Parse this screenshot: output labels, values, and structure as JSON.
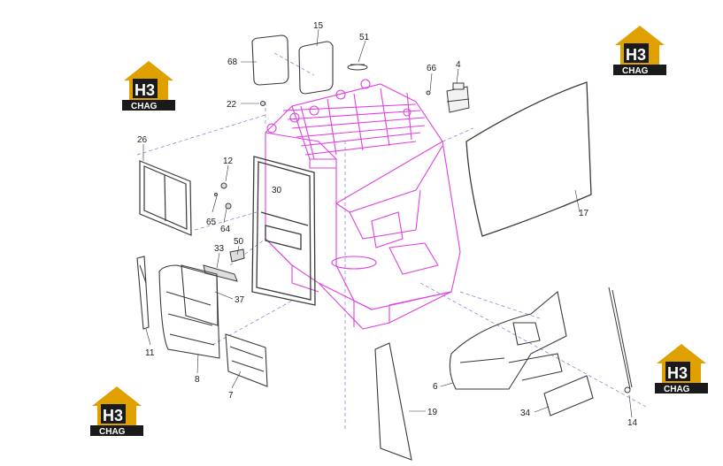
{
  "diagram": {
    "callouts": {
      "c15": "15",
      "c51": "51",
      "c68": "68",
      "c66": "66",
      "c4": "4",
      "c22": "22",
      "c26": "26",
      "c12": "12",
      "c30": "30",
      "c65": "65",
      "c64": "64",
      "c50": "50",
      "c33": "33",
      "c37": "37",
      "c11": "11",
      "c8": "8",
      "c7": "7",
      "c17": "17",
      "c6": "6",
      "c19": "19",
      "c34": "34",
      "c14": "14"
    },
    "logo": {
      "mark": "H3",
      "word": "CHAG"
    },
    "colors": {
      "cab_outline": "#e040e0",
      "part_outline": "#3a3a3a",
      "logo_gold": "#e0a100",
      "logo_dark": "#1a1a1a",
      "leader": "#6a6acc"
    }
  }
}
